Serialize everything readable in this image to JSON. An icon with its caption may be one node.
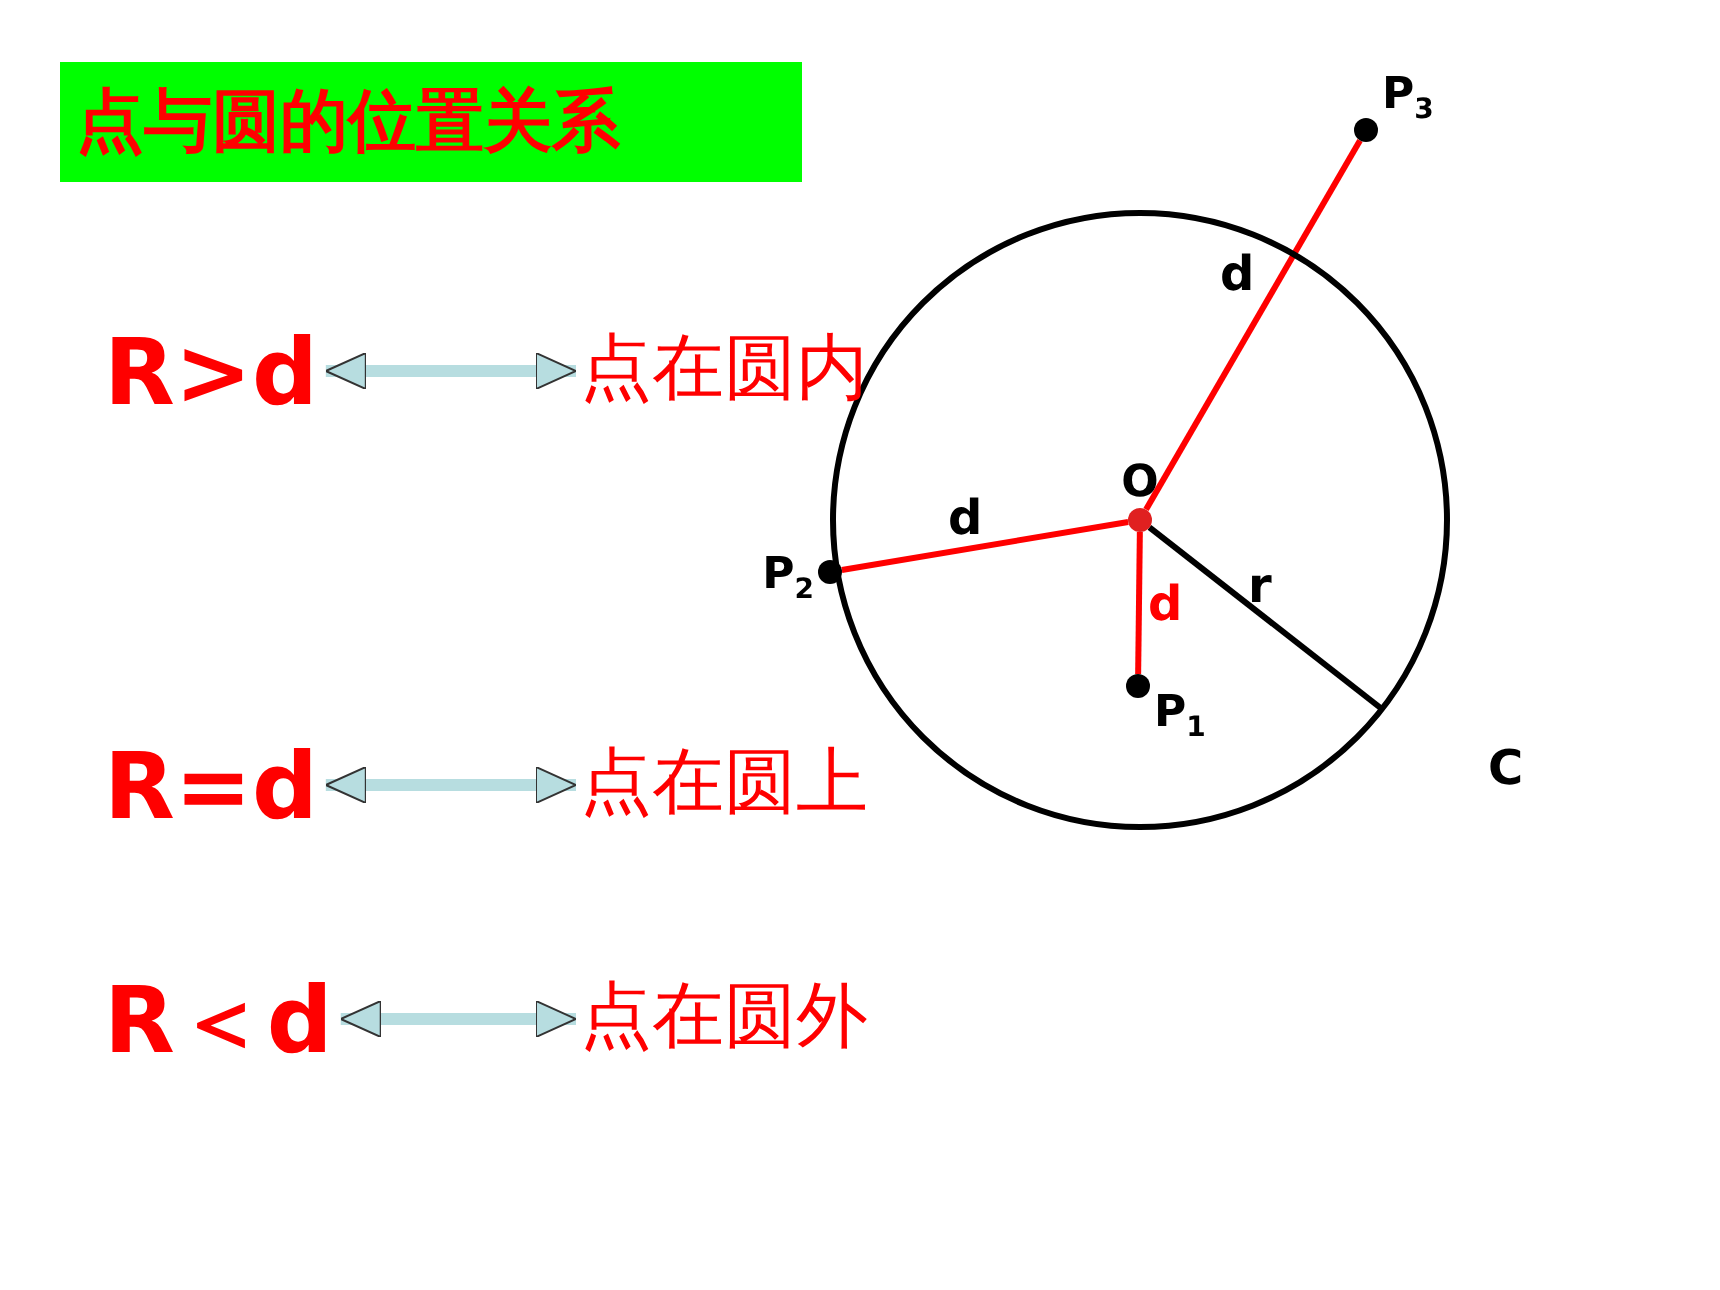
{
  "diagram": {
    "title": "点与圆的位置关系",
    "nodes": [
      {
        "text": [
          "R>d"
        ]
      },
      {
        "text": [
          "点在圆内"
        ]
      },
      {
        "text": [
          "R=d"
        ]
      },
      {
        "text": [
          "点在圆上"
        ]
      },
      {
        "text": [
          "R＜d"
        ]
      },
      {
        "text": [
          "点在圆外"
        ]
      },
      {
        "text": [],
        "shape": "circle",
        "beside": [
          "C"
        ]
      },
      {
        "text": [
          "O"
        ],
        "in": 6
      },
      {
        "text": [
          "P$_{1}$"
        ],
        "in": 6
      },
      {
        "text": [
          "P$_{2}$"
        ]
      },
      {
        "text": [
          "P$_{3}$"
        ]
      }
    ],
    "edges": [
      {
        "from": 0,
        "to": 1,
        "arrow": "both",
        "style": "thick",
        "color": "#b7dde0"
      },
      {
        "from": 2,
        "to": 3,
        "arrow": "both",
        "style": "thick",
        "color": "#b7dde0"
      },
      {
        "from": 4,
        "to": 5,
        "arrow": "both",
        "style": "thick",
        "color": "#b7dde0"
      },
      {
        "from": 7,
        "to": 10,
        "arrow": "none",
        "label": "d",
        "color": "#ff0000"
      },
      {
        "from": 7,
        "to": 9,
        "arrow": "none",
        "label": "d",
        "color": "#ff0000"
      },
      {
        "from": 7,
        "to": 8,
        "arrow": "none",
        "label": "d",
        "color": "#ff0000"
      },
      {
        "from": 7,
        "to": 6,
        "arrow": "none",
        "label": "r",
        "color": "#000000"
      }
    ]
  }
}
